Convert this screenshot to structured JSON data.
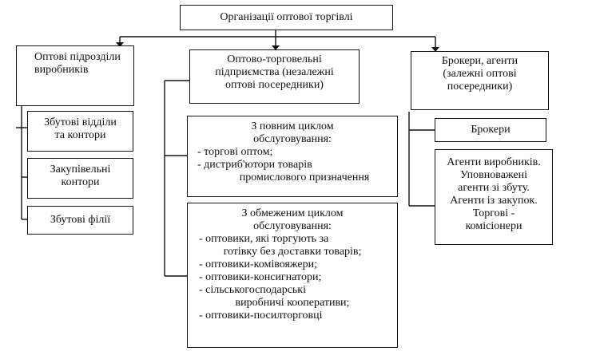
{
  "root": {
    "label": "Організації оптової торгівлі"
  },
  "left": {
    "head": [
      "Оптові підрозділи",
      "виробників"
    ],
    "items": [
      [
        "Збутові відділи",
        "та контори"
      ],
      [
        "Закупівельні",
        "контори"
      ],
      [
        "Збутові філії"
      ]
    ]
  },
  "middle": {
    "head": [
      "Оптово-торговельні",
      "підприємства (незалежні",
      "оптові посередники)"
    ],
    "full_cycle": {
      "head": [
        "З повним циклом",
        "обслуговування:"
      ],
      "items": [
        "- торгові оптом;",
        "- дистриб'ютори товарів",
        "промислового призначення"
      ]
    },
    "limited_cycle": {
      "head": [
        "З обмеженим циклом",
        "обслуговування:"
      ],
      "lines": [
        "- оптовики, які торгують за",
        "готівку без доставки товарів;",
        "- оптовики-комівояжери;",
        "- оптовики-консигнатори;",
        "- сільськогосподарські",
        "виробничі кооперативи;",
        "- оптовики-посилторговці"
      ]
    }
  },
  "right": {
    "head": [
      "Брокери, агенти",
      "(залежні оптові",
      "посередники)"
    ],
    "brokers": "Брокери",
    "agents": [
      "Агенти виробників.",
      "Уповноважені",
      "агенти зі збуту.",
      "Агенти із закупок.",
      "Торгові -",
      "комісіонери"
    ]
  }
}
